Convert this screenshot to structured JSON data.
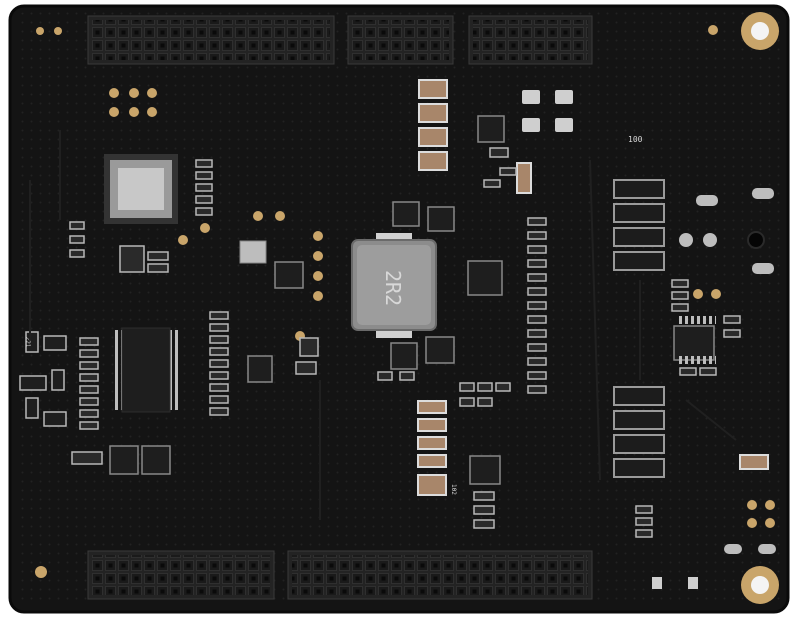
{
  "board": {
    "inductor_marking": "2R2",
    "silkscreen_100": "100",
    "resistor_marking": "221",
    "small_label": "102",
    "colors": {
      "pcb": "#141414",
      "pcb_edge": "#0c0c0c",
      "gold": "#c9a56a",
      "ic": "#1c1c1c",
      "pin": "#bdbdbd",
      "header": "#262626"
    }
  }
}
